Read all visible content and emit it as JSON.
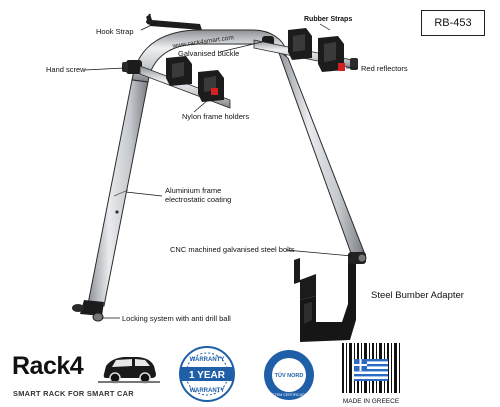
{
  "model": "RB-453",
  "labels": {
    "hook_strap": "Hook Strap",
    "galvanised_buckle": "Galvanised buckle",
    "rubber_straps": "Rubber Straps",
    "hand_screw": "Hand screw",
    "red_reflectors": "Red reflectors",
    "nylon_frame_holders": "Nylon frame holders",
    "aluminium_frame_line1": "Aluminium frame",
    "aluminium_frame_line2": "electrostatic coating",
    "cnc_bolts": "CNC machined galvanised steel bolts",
    "steel_bumber_adapter": "Steel Bumber Adapter",
    "locking_system": "Locking system with anti drill ball"
  },
  "frame_imprint": "www.rack4smart.com",
  "brand": {
    "name": "Rack4",
    "tagline": "SMART RACK FOR SMART CAR"
  },
  "warranty_badge": {
    "top": "WARRANTY",
    "middle": "1 YEAR",
    "bottom": "WARRANTY"
  },
  "tuv_badge": {
    "line1": "TÜV NORD",
    "ring": "SYSTEM CERTIFICATION"
  },
  "made_in": "MADE IN GREECE",
  "colors": {
    "frame": "#c9ccd0",
    "frame_edge": "#2a2a2a",
    "holder": "#1c1c1c",
    "reflector": "#d42020",
    "badge_blue": "#1f5fa8",
    "greece_blue": "#2b6bc4"
  }
}
